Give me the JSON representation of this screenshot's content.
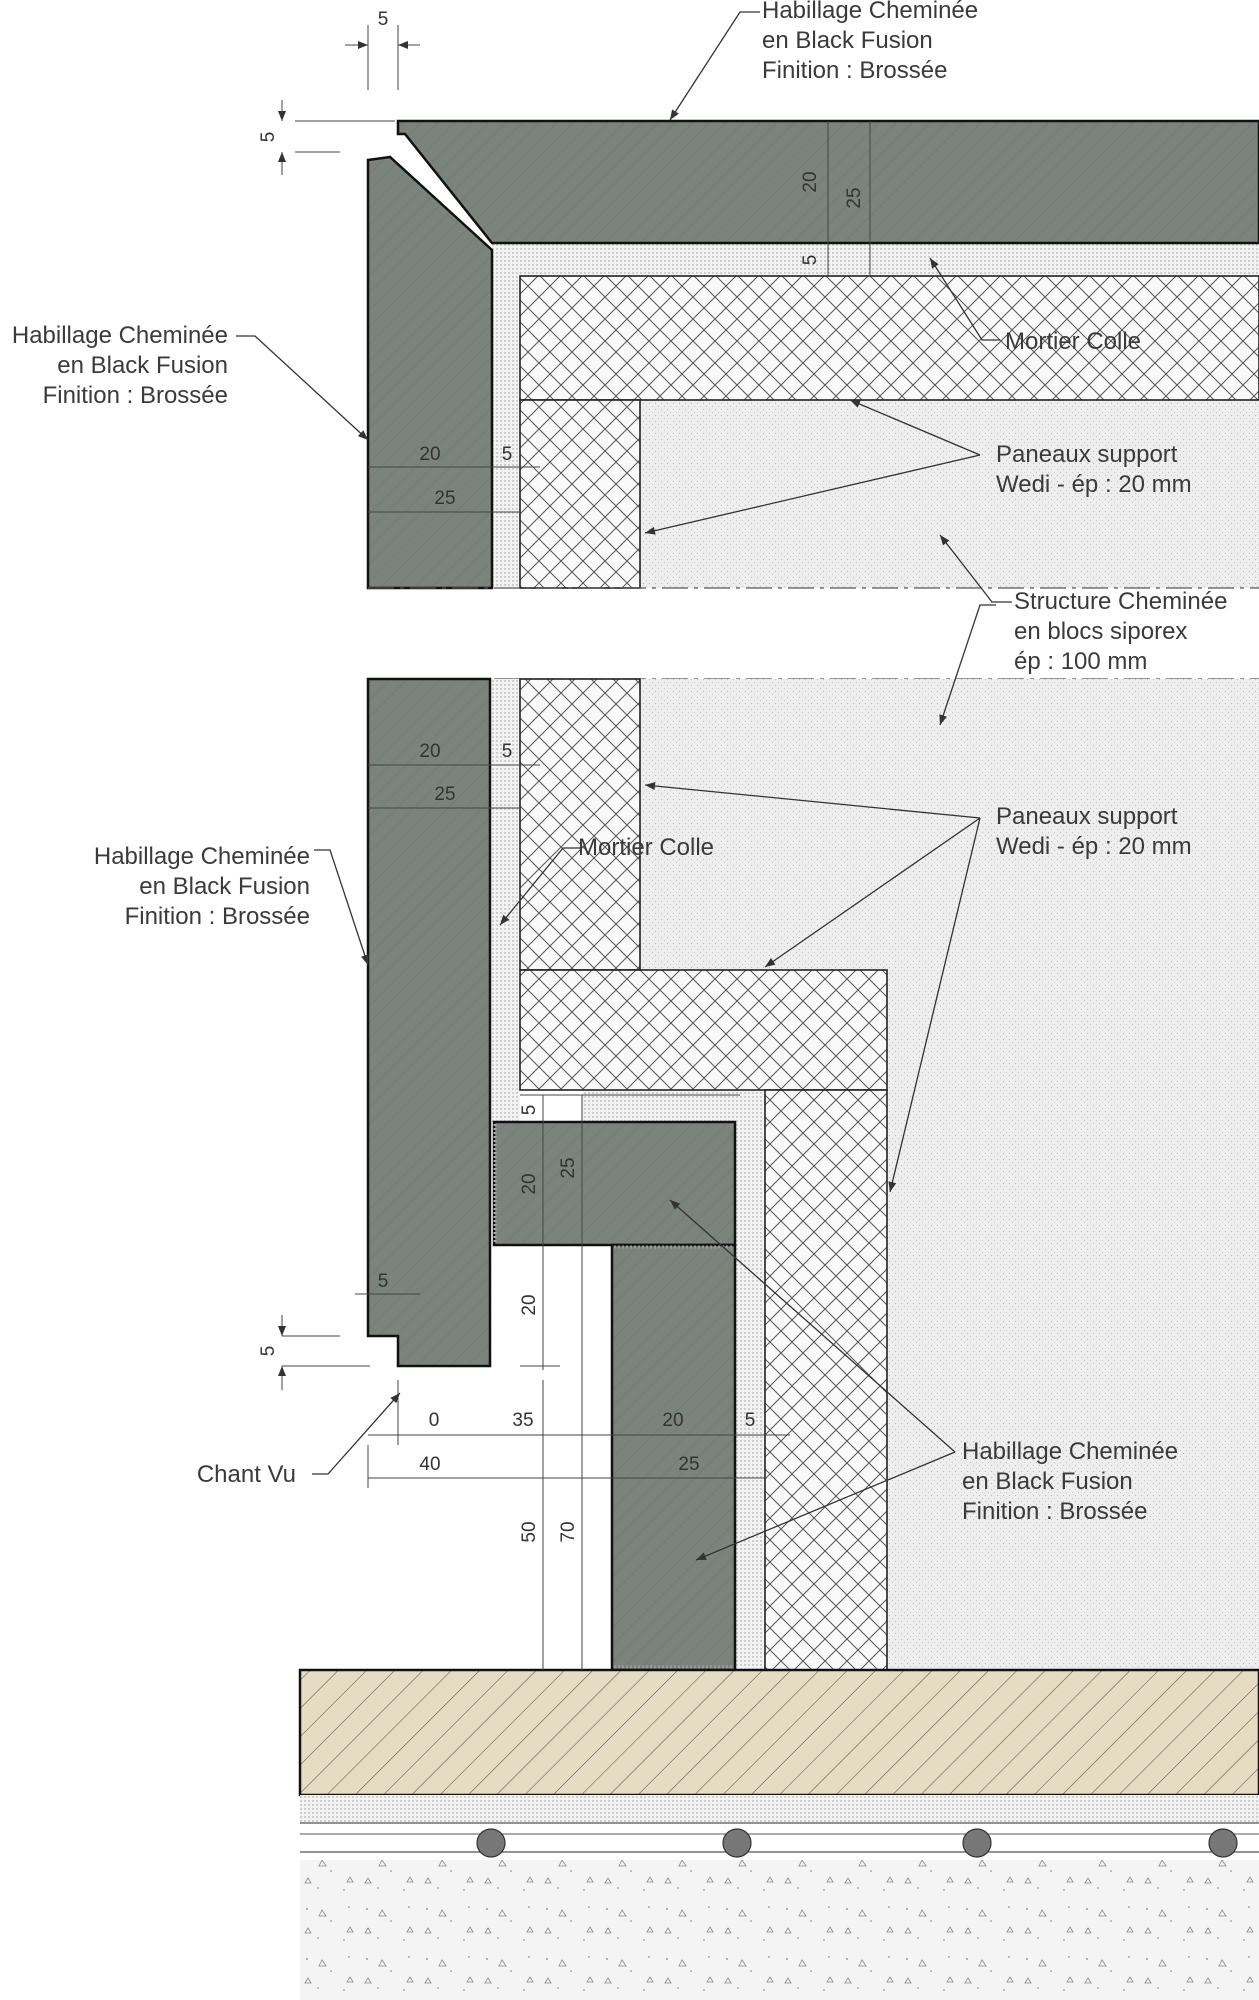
{
  "labels": {
    "habillage_top": [
      "Habillage Cheminée",
      "en Black Fusion",
      "Finition : Brossée"
    ],
    "habillage_left_top": [
      "Habillage Cheminée",
      "en Black Fusion",
      "Finition : Brossée"
    ],
    "mortier_top": "Mortier Colle",
    "paneaux_top": [
      "Paneaux support",
      "Wedi -  ép : 20 mm"
    ],
    "structure": [
      "Structure Cheminée",
      "en blocs siporex",
      "ép : 100 mm"
    ],
    "paneaux_mid": [
      "Paneaux support",
      "Wedi -  ép : 20 mm"
    ],
    "habillage_left_mid": [
      "Habillage Cheminée",
      "en Black Fusion",
      "Finition : Brossée"
    ],
    "mortier_mid": "Mortier Colle",
    "chant_vu": "Chant Vu",
    "habillage_bottom": [
      "Habillage Cheminée",
      "en Black Fusion",
      "Finition : Brossée"
    ]
  },
  "dimensions": {
    "top_gap": "5",
    "top_step": "5",
    "top_slab_20": "20",
    "top_slab_25": "25",
    "top_mortar_5": "5",
    "left_top_20": "20",
    "left_top_5": "5",
    "left_top_25": "25",
    "mid_20": "20",
    "mid_5": "5",
    "mid_25": "25",
    "block_gap_5": "5",
    "block_25": "25",
    "block_20": "20",
    "under_20": "20",
    "step_5_horiz": "5",
    "step_5_vert": "5",
    "bot_0": "0",
    "bot_35": "35",
    "bot_20": "20",
    "bot_5": "5",
    "bot_40": "40",
    "bot_25": "25",
    "bot_50": "50",
    "bot_70": "70"
  },
  "colors": {
    "stone": "#7c837c",
    "floor": "#e6dcc3",
    "background": "#ffffff"
  }
}
